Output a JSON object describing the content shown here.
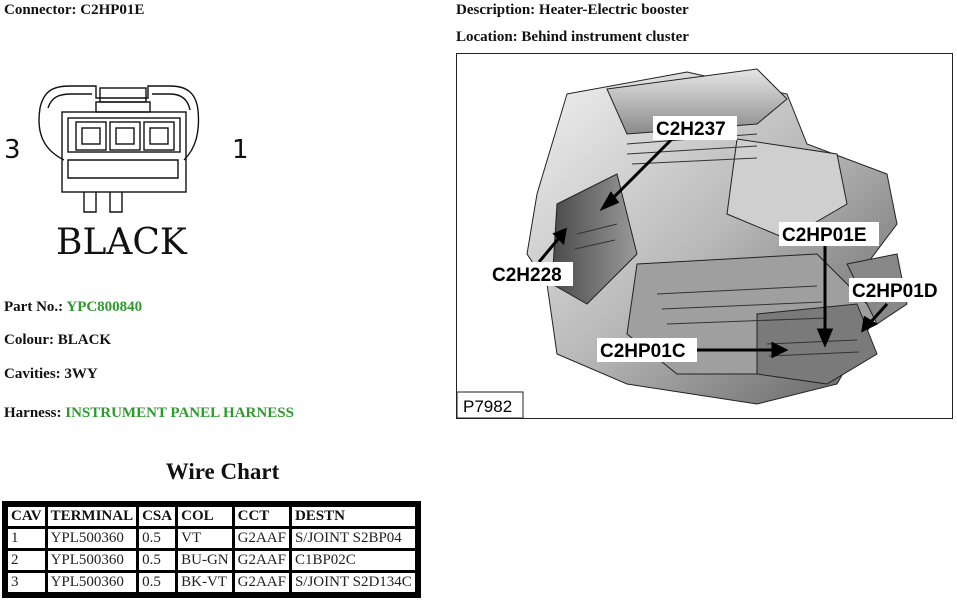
{
  "connector": {
    "label": "Connector:",
    "value": "C2HP01E"
  },
  "description": {
    "label": "Description:",
    "value": "Heater-Electric booster"
  },
  "location": {
    "label": "Location:",
    "value": "Behind instrument cluster"
  },
  "diagram": {
    "pin_left": "3",
    "pin_right": "1",
    "colour_text": "BLACK"
  },
  "part_no": {
    "label": "Part No.:",
    "value": "YPC800840"
  },
  "colour": {
    "label": "Colour:",
    "value": "BLACK"
  },
  "cavities": {
    "label": "Cavities:",
    "value": "3WY"
  },
  "harness": {
    "label": "Harness:",
    "value": "INSTRUMENT PANEL HARNESS"
  },
  "photo": {
    "ref": "P7982",
    "callouts": {
      "c2h237": "C2H237",
      "c2h228": "C2H228",
      "c2hp01e": "C2HP01E",
      "c2hp01d": "C2HP01D",
      "c2hp01c": "C2HP01C"
    }
  },
  "wire_chart": {
    "title": "Wire Chart",
    "headers": [
      "CAV",
      "TERMINAL",
      "CSA",
      "COL",
      "CCT",
      "DESTN"
    ],
    "rows": [
      [
        "1",
        "YPL500360",
        "0.5",
        "VT",
        "G2AAF",
        "S/JOINT S2BP04"
      ],
      [
        "2",
        "YPL500360",
        "0.5",
        "BU-GN",
        "G2AAF",
        "C1BP02C"
      ],
      [
        "3",
        "YPL500360",
        "0.5",
        "BK-VT",
        "G2AAF",
        "S/JOINT S2D134C"
      ]
    ]
  },
  "colors": {
    "link_green": "#2e9a2e"
  }
}
